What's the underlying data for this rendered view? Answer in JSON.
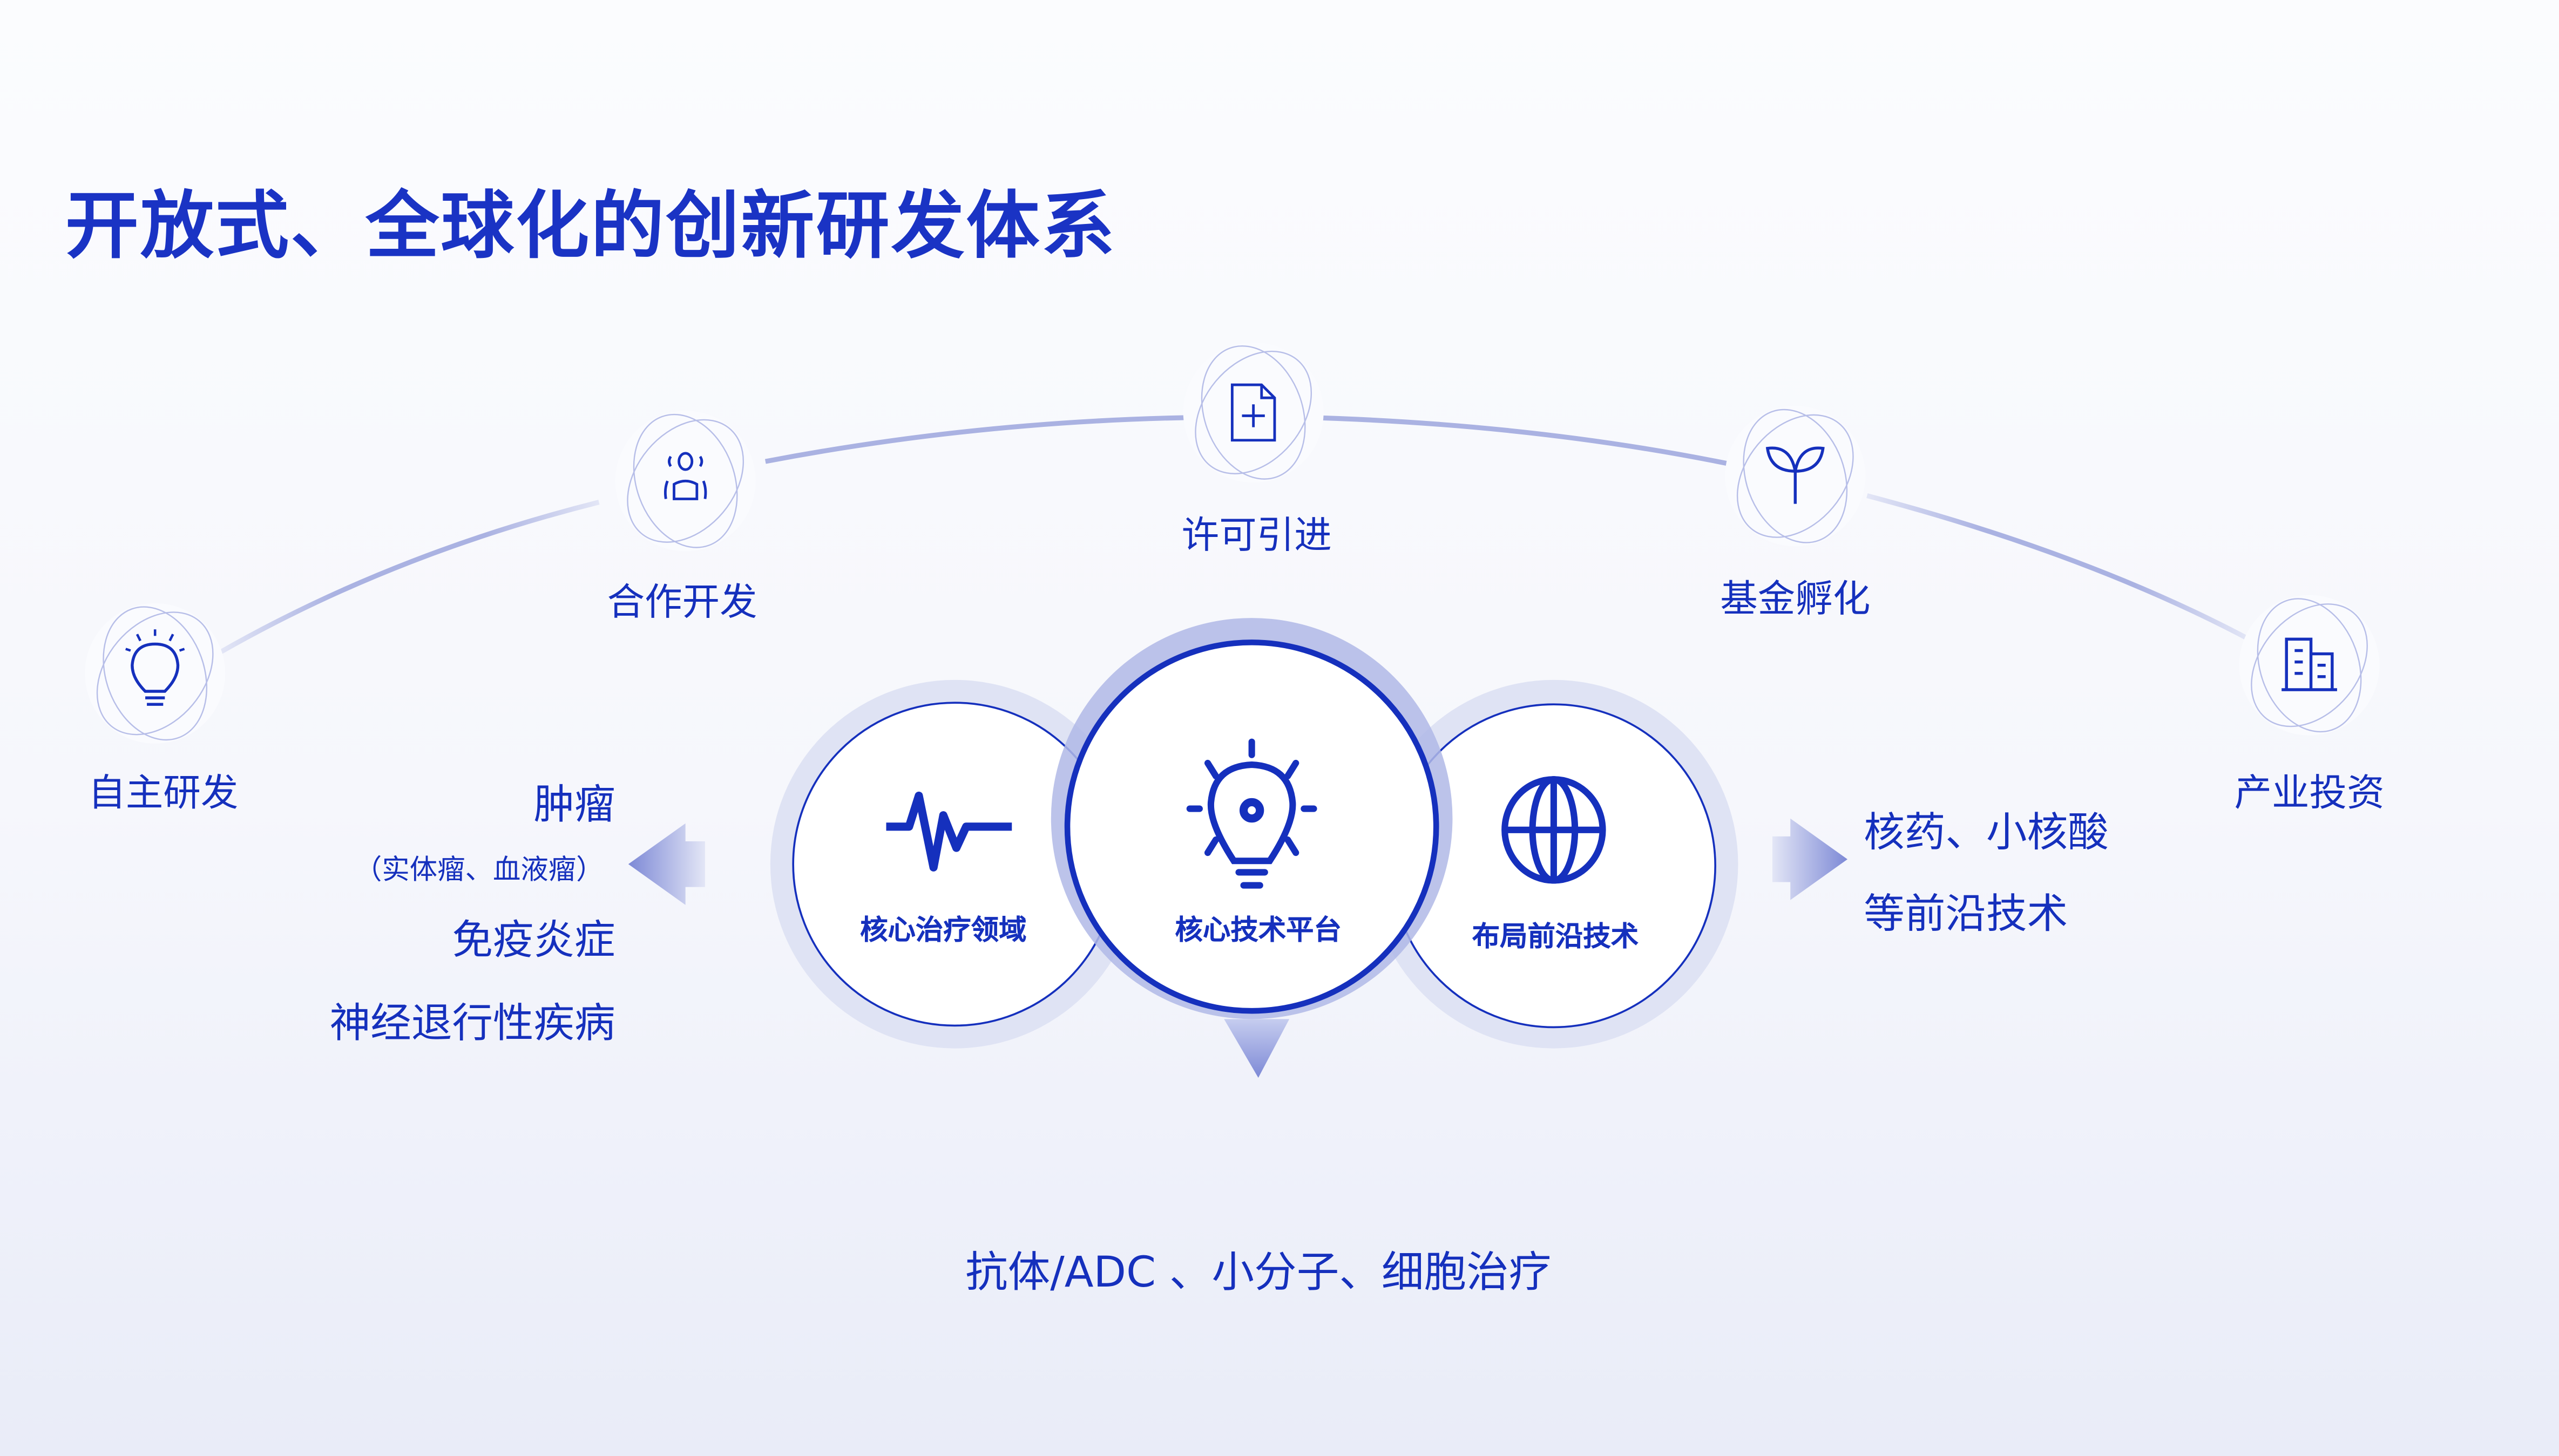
{
  "title": "开放式、全球化的创新研发体系",
  "arc_nodes": [
    {
      "label": "自主研发",
      "icon": "lightbulb-icon"
    },
    {
      "label": "合作开发",
      "icon": "people-icon"
    },
    {
      "label": "许可引进",
      "icon": "document-add-icon"
    },
    {
      "label": "基金孵化",
      "icon": "sprout-icon"
    },
    {
      "label": "产业投资",
      "icon": "building-icon"
    }
  ],
  "circles": [
    {
      "label": "核心治疗领域",
      "icon": "heartbeat-icon"
    },
    {
      "label": "核心技术平台",
      "icon": "lightbulb-gear-icon"
    },
    {
      "label": "布局前沿技术",
      "icon": "globe-icon"
    }
  ],
  "left_list": {
    "item1": "肿瘤",
    "item1_note": "（实体瘤、血液瘤）",
    "item2": "免疫炎症",
    "item3": "神经退行性疾病"
  },
  "right_list": {
    "line1": "核药、小核酸",
    "line2": "等前沿技术"
  },
  "bottom_text": "抗体/ADC 、小分子、细胞治疗",
  "colors": {
    "primary": "#1530bd",
    "halo": "#dfe3f4",
    "halo_center": "#b0b9e6",
    "arc": "#aab2e2"
  }
}
